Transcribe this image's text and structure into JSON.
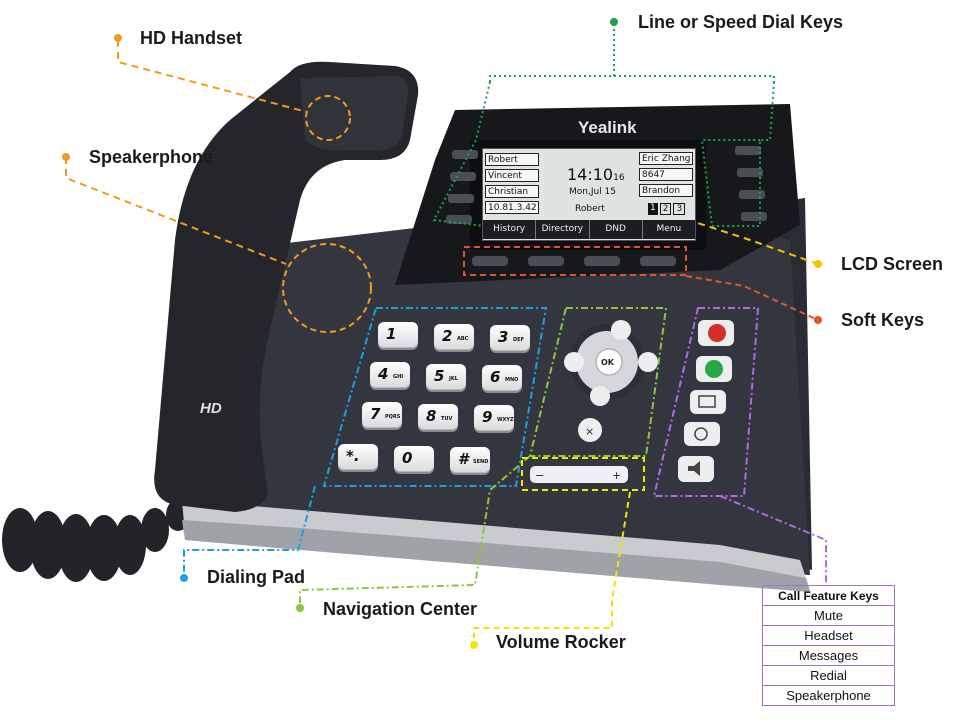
{
  "labels": {
    "hd_handset": "HD Handset",
    "speakerphone": "Speakerphone",
    "line_keys": "Line or Speed Dial Keys",
    "lcd_screen": "LCD Screen",
    "soft_keys": "Soft Keys",
    "dialing_pad": "Dialing Pad",
    "navigation_center": "Navigation Center",
    "volume_rocker": "Volume Rocker"
  },
  "colors": {
    "handset": "#f39a1e",
    "line_keys": "#1aa34a",
    "lcd": "#f5c400",
    "soft_keys": "#e2552a",
    "dialing_pad": "#1aa0e0",
    "navigation": "#8cc63f",
    "volume": "#f2e600",
    "call_feature": "#b565e8"
  },
  "phone": {
    "brand": "Yealink",
    "hd_mark": "HD"
  },
  "screen": {
    "left_lines": [
      "Robert",
      "Vincent",
      "Christian",
      "10.81.3.42"
    ],
    "right_lines": [
      "Eric Zhang",
      "8647",
      "Brandon"
    ],
    "time": "14:10",
    "seconds": "16",
    "date": "Mon,Jul 15",
    "user": "Robert",
    "pages": [
      "1",
      "2",
      "3"
    ],
    "softkeys": [
      "History",
      "Directory",
      "DND",
      "Menu"
    ]
  },
  "keypad": [
    {
      "digit": "1",
      "sub": ""
    },
    {
      "digit": "2",
      "sub": "ABC"
    },
    {
      "digit": "3",
      "sub": "DEF"
    },
    {
      "digit": "4",
      "sub": "GHI"
    },
    {
      "digit": "5",
      "sub": "JKL"
    },
    {
      "digit": "6",
      "sub": "MNO"
    },
    {
      "digit": "7",
      "sub": "PQRS"
    },
    {
      "digit": "8",
      "sub": "TUV"
    },
    {
      "digit": "9",
      "sub": "WXYZ"
    },
    {
      "digit": "*.",
      "sub": ""
    },
    {
      "digit": "0",
      "sub": ""
    },
    {
      "digit": "#",
      "sub": "SEND"
    }
  ],
  "nav": {
    "ok": "OK",
    "minus": "−",
    "plus": "+"
  },
  "call_feature_table": {
    "title": "Call Feature Keys",
    "rows": [
      "Mute",
      "Headset",
      "Messages",
      "Redial",
      "Speakerphone"
    ]
  }
}
